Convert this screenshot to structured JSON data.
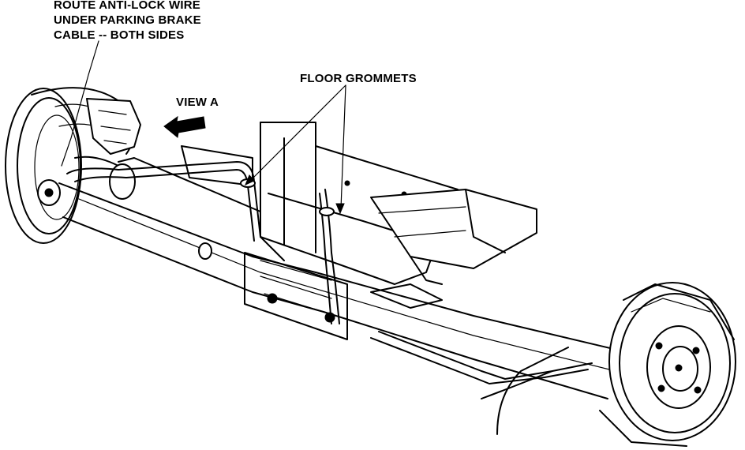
{
  "callouts": {
    "route_line1": "ROUTE ANTI-LOCK WIRE",
    "route_line2": "UNDER PARKING BRAKE",
    "route_line3": "CABLE -- BOTH SIDES",
    "floor_grommets": "FLOOR GROMMETS",
    "view_a": "VIEW A"
  },
  "colors": {
    "ink": "#000000",
    "paper": "#ffffff"
  }
}
